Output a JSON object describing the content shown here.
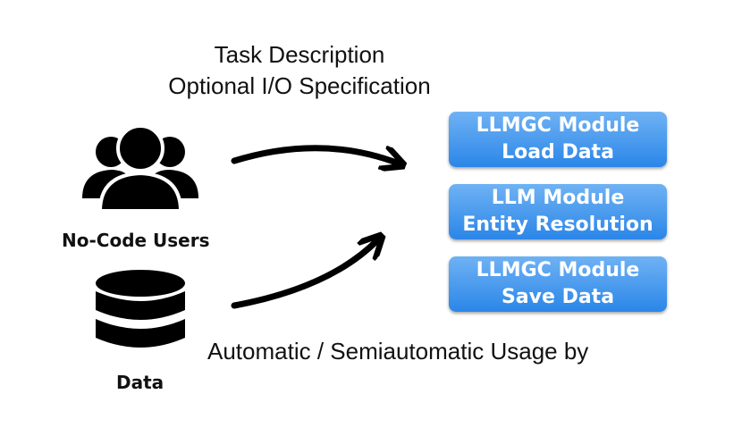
{
  "top_text": {
    "line1": "Task Description",
    "line2": "Optional I/O Specification"
  },
  "users": {
    "label": "No-Code Users",
    "icon": "users-icon"
  },
  "data_source": {
    "label": "Data",
    "icon": "database-icon"
  },
  "bottom_text": "Automatic / Semiautomatic Usage by",
  "modules": [
    {
      "title": "LLMGC Module",
      "subtitle": "Load Data"
    },
    {
      "title": "LLM Module",
      "subtitle": "Entity Resolution"
    },
    {
      "title": "LLMGC Module",
      "subtitle": "Save Data"
    }
  ],
  "colors": {
    "module_top": "#6fb2f4",
    "module_bottom": "#2b86e8",
    "icon": "#000000"
  }
}
